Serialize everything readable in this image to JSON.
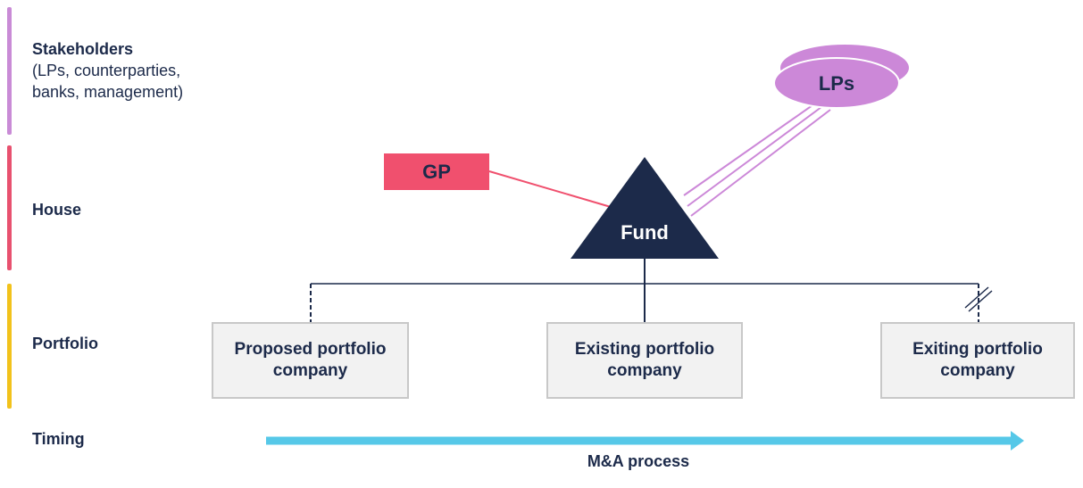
{
  "rows": {
    "stakeholders": {
      "title": "Stakeholders",
      "subtitle_line1": "(LPs, counterparties,",
      "subtitle_line2": "banks, management)",
      "color": "#c98bd6"
    },
    "house": {
      "title": "House",
      "color": "#e8516f"
    },
    "portfolio": {
      "title": "Portfolio",
      "color": "#f2c21b"
    },
    "timing": {
      "title": "Timing"
    }
  },
  "nodes": {
    "gp": {
      "label": "GP",
      "color": "#f0506e"
    },
    "lps": {
      "label": "LPs",
      "color": "#cc88d8"
    },
    "fund": {
      "label": "Fund",
      "color": "#1c2a4a"
    }
  },
  "companies": {
    "proposed": {
      "line1": "Proposed portfolio",
      "line2": "company"
    },
    "existing": {
      "line1": "Existing portfolio",
      "line2": "company"
    },
    "exiting": {
      "line1": "Exiting portfolio",
      "line2": "company"
    }
  },
  "timing": {
    "caption": "M&A process",
    "arrow_color": "#56c8e8"
  }
}
